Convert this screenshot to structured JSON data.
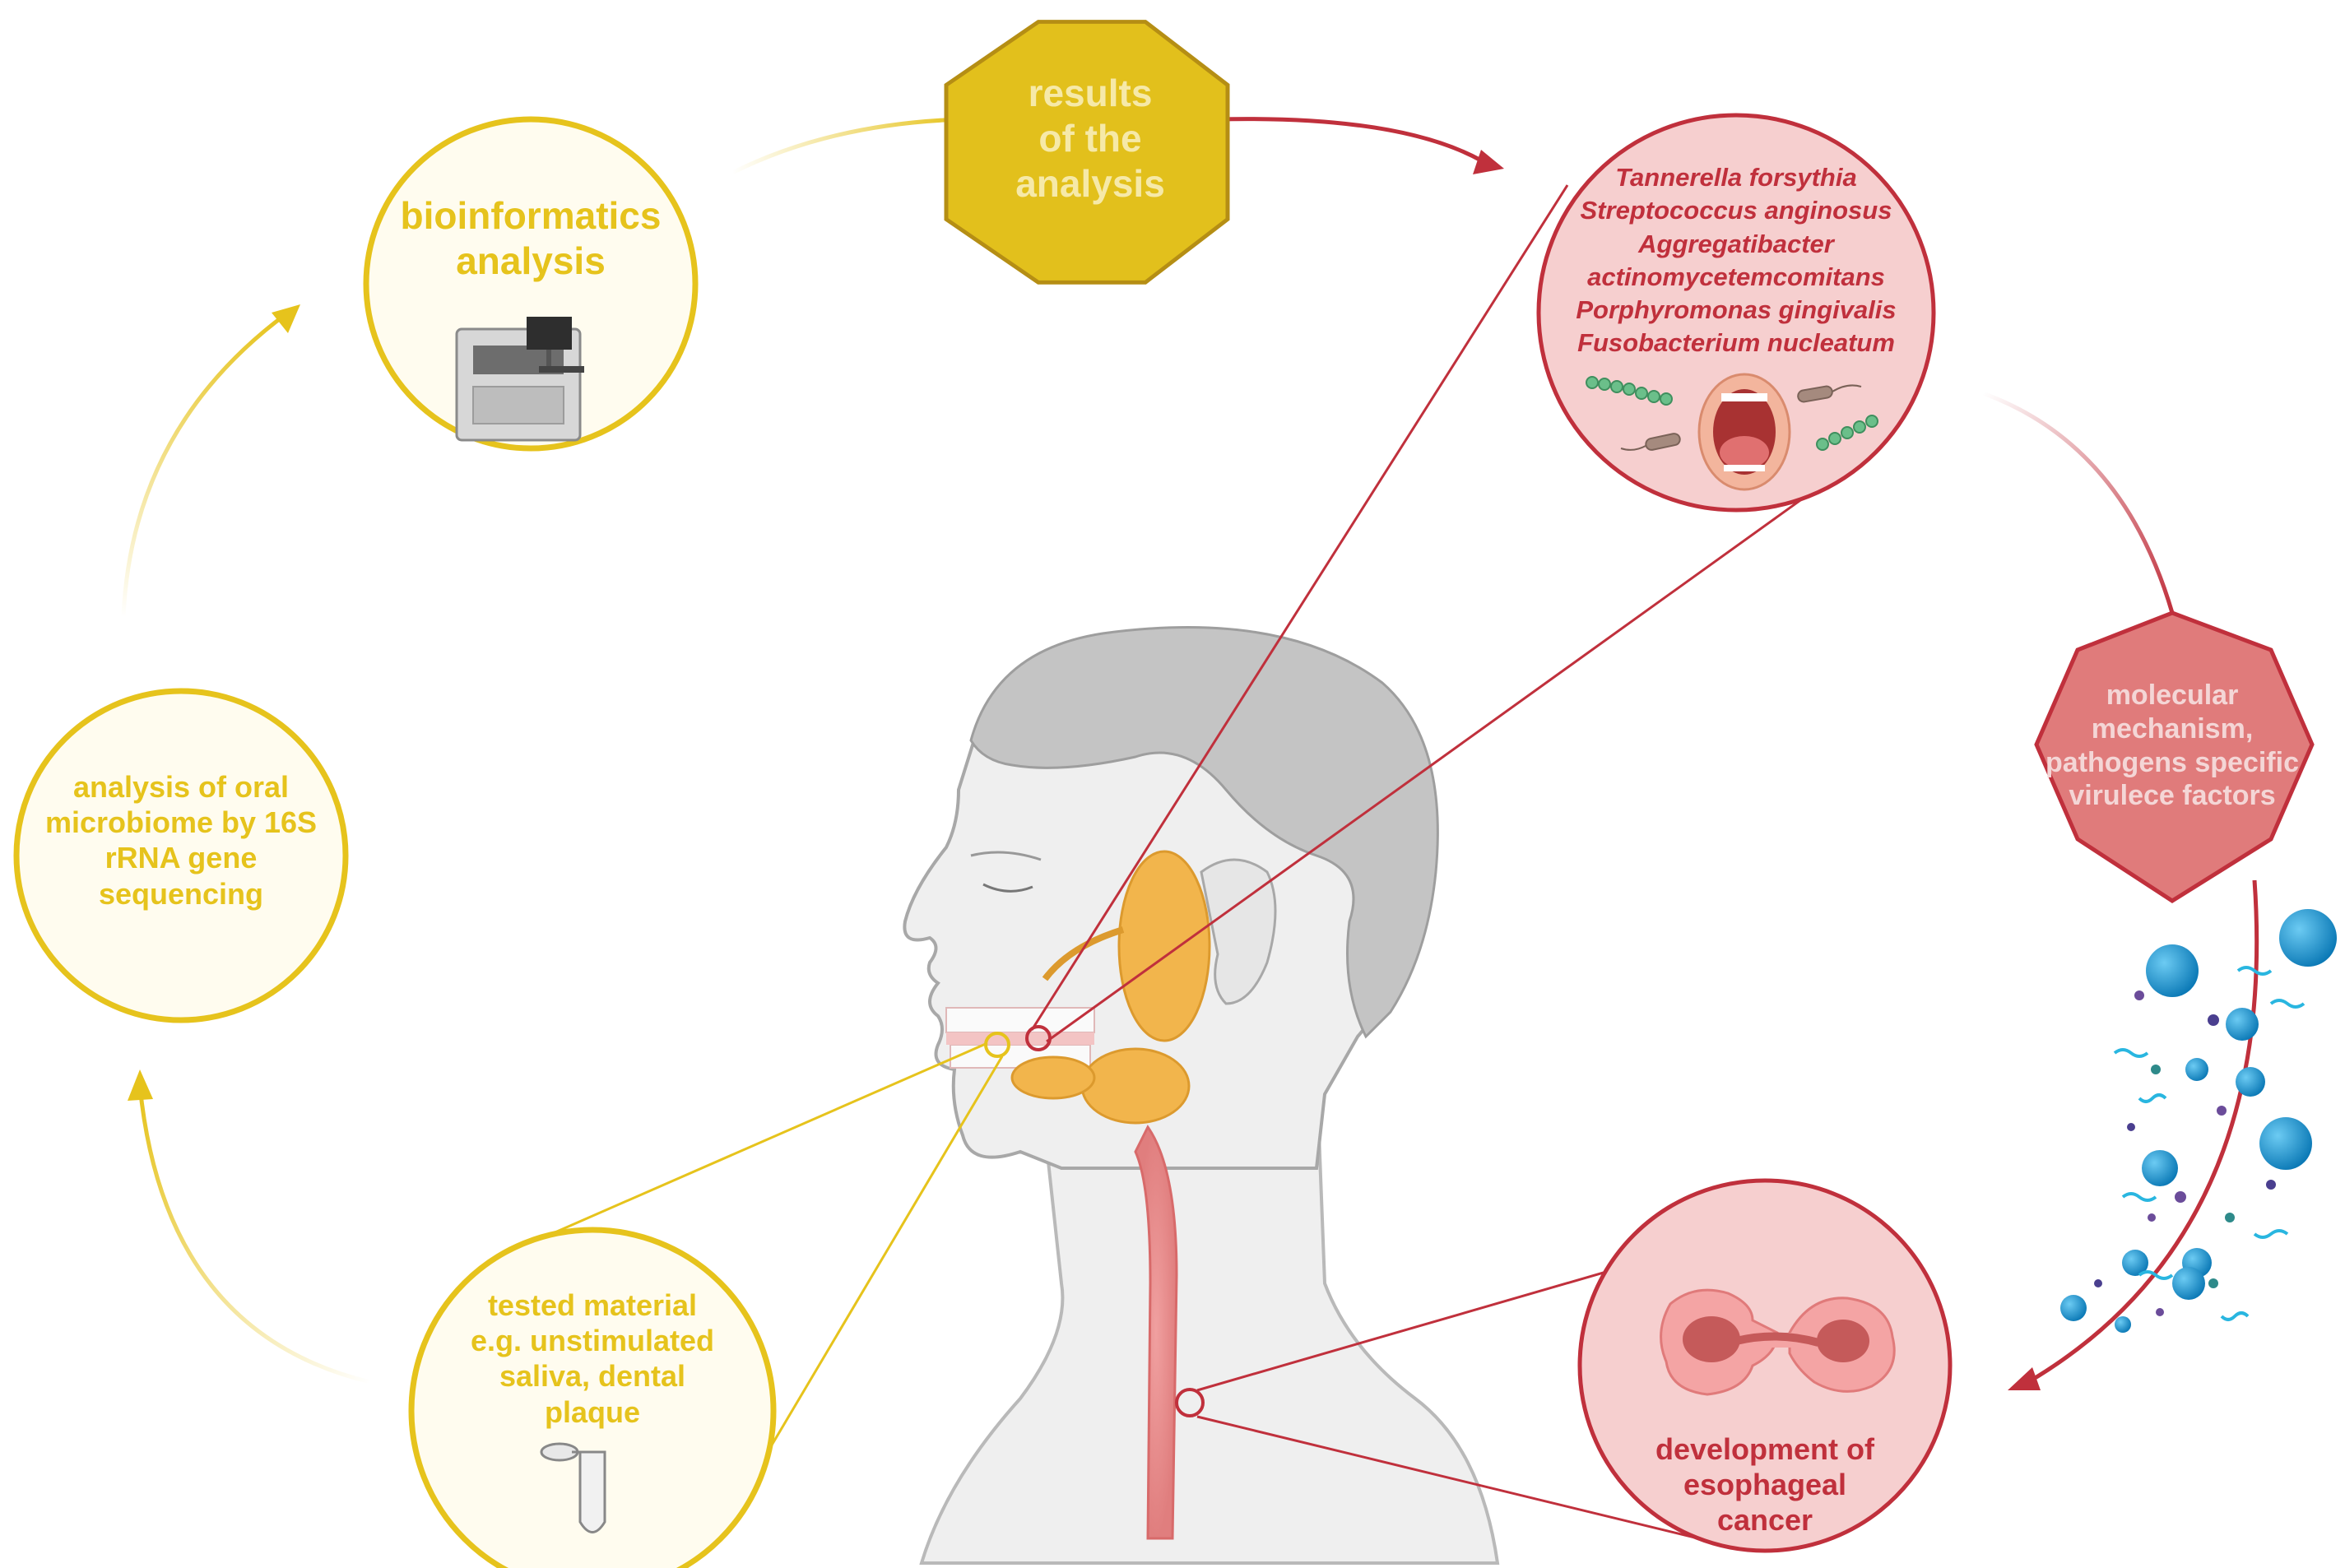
{
  "nodes": {
    "results": {
      "lines": [
        "results",
        "of the",
        "analysis"
      ]
    },
    "bioinformatics": {
      "lines": [
        "bioinformatics",
        "analysis"
      ]
    },
    "oral_microbiome": {
      "lines": [
        "analysis of oral",
        "microbiome by 16S",
        "rRNA gene",
        "sequencing"
      ]
    },
    "tested_material": {
      "lines": [
        "tested material",
        "e.g. unstimulated",
        "saliva, dental",
        "plaque"
      ]
    },
    "species": {
      "lines": [
        "Tannerella forsythia",
        "Streptococcus anginosus",
        "Aggregatibacter",
        "actinomycetemcomitans",
        "Porphyromonas gingivalis",
        "Fusobacterium nucleatum"
      ]
    },
    "mechanism": {
      "lines": [
        "molecular",
        "mechanism,",
        "pathogens specific",
        "virulece factors"
      ]
    },
    "cancer": {
      "lines": [
        "development of",
        "esophageal",
        "cancer"
      ]
    }
  },
  "colors": {
    "yellow": "#e6c31c",
    "yellow_fill": "#fffcef",
    "gold_octagon": "#e2c01c",
    "red": "#c0303c",
    "pink_fill": "#f6cfcf",
    "red_octagon": "#e07b7b",
    "skin": "#efefef",
    "hair": "#c4c4c4",
    "gland": "#f2b54c",
    "bubble": "#1b98d3"
  },
  "icons": [
    "sequencer-icon",
    "tube-icon",
    "open-mouth-icon",
    "bacteria-icon",
    "cancer-cell-icon",
    "molecule-cluster-icon",
    "head-profile-icon"
  ]
}
